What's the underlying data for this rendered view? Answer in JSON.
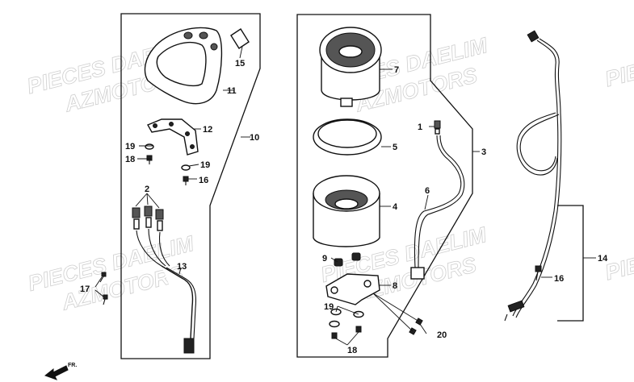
{
  "watermark": {
    "line1": "PIECES DAELIM",
    "line2": "AZMOTORS"
  },
  "callouts": {
    "p1": "1",
    "p2": "2",
    "p3": "3",
    "p4": "4",
    "p5": "5",
    "p6": "6",
    "p7": "7",
    "p8": "8",
    "p9": "9",
    "p10": "10",
    "p11": "11",
    "p12": "12",
    "p13": "13",
    "p14": "14",
    "p15": "15",
    "p16a": "16",
    "p16b": "16",
    "p17": "17",
    "p18a": "18",
    "p18b": "18",
    "p19a": "19",
    "p19b": "19",
    "p19c": "19",
    "p20": "20"
  },
  "direction": {
    "label": "FR."
  }
}
